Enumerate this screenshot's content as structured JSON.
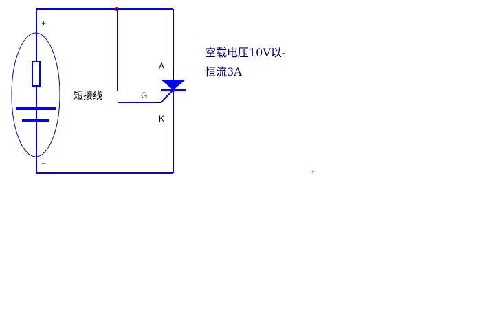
{
  "diagram": {
    "type": "circuit",
    "colors": {
      "wire": "#0000ff",
      "junction": "#800000",
      "outline": "#0000cc",
      "text": "#000000",
      "note_text": "#000080"
    },
    "labels": {
      "plus": "+",
      "minus": "−",
      "anode": "A",
      "gate": "G",
      "cathode": "K",
      "jumper": "短接线"
    },
    "notes": {
      "line1": "空载电压10V以-",
      "line2": "恒流3A"
    },
    "components": [
      {
        "name": "source-resistor",
        "symbol": "rectangle"
      },
      {
        "name": "battery",
        "symbol": "two-plates"
      },
      {
        "name": "thyristor",
        "symbol": "SCR",
        "terminals": [
          "A",
          "G",
          "K"
        ]
      },
      {
        "name": "jumper-wire",
        "label": "短接线"
      }
    ],
    "cursor_marker": "+"
  }
}
